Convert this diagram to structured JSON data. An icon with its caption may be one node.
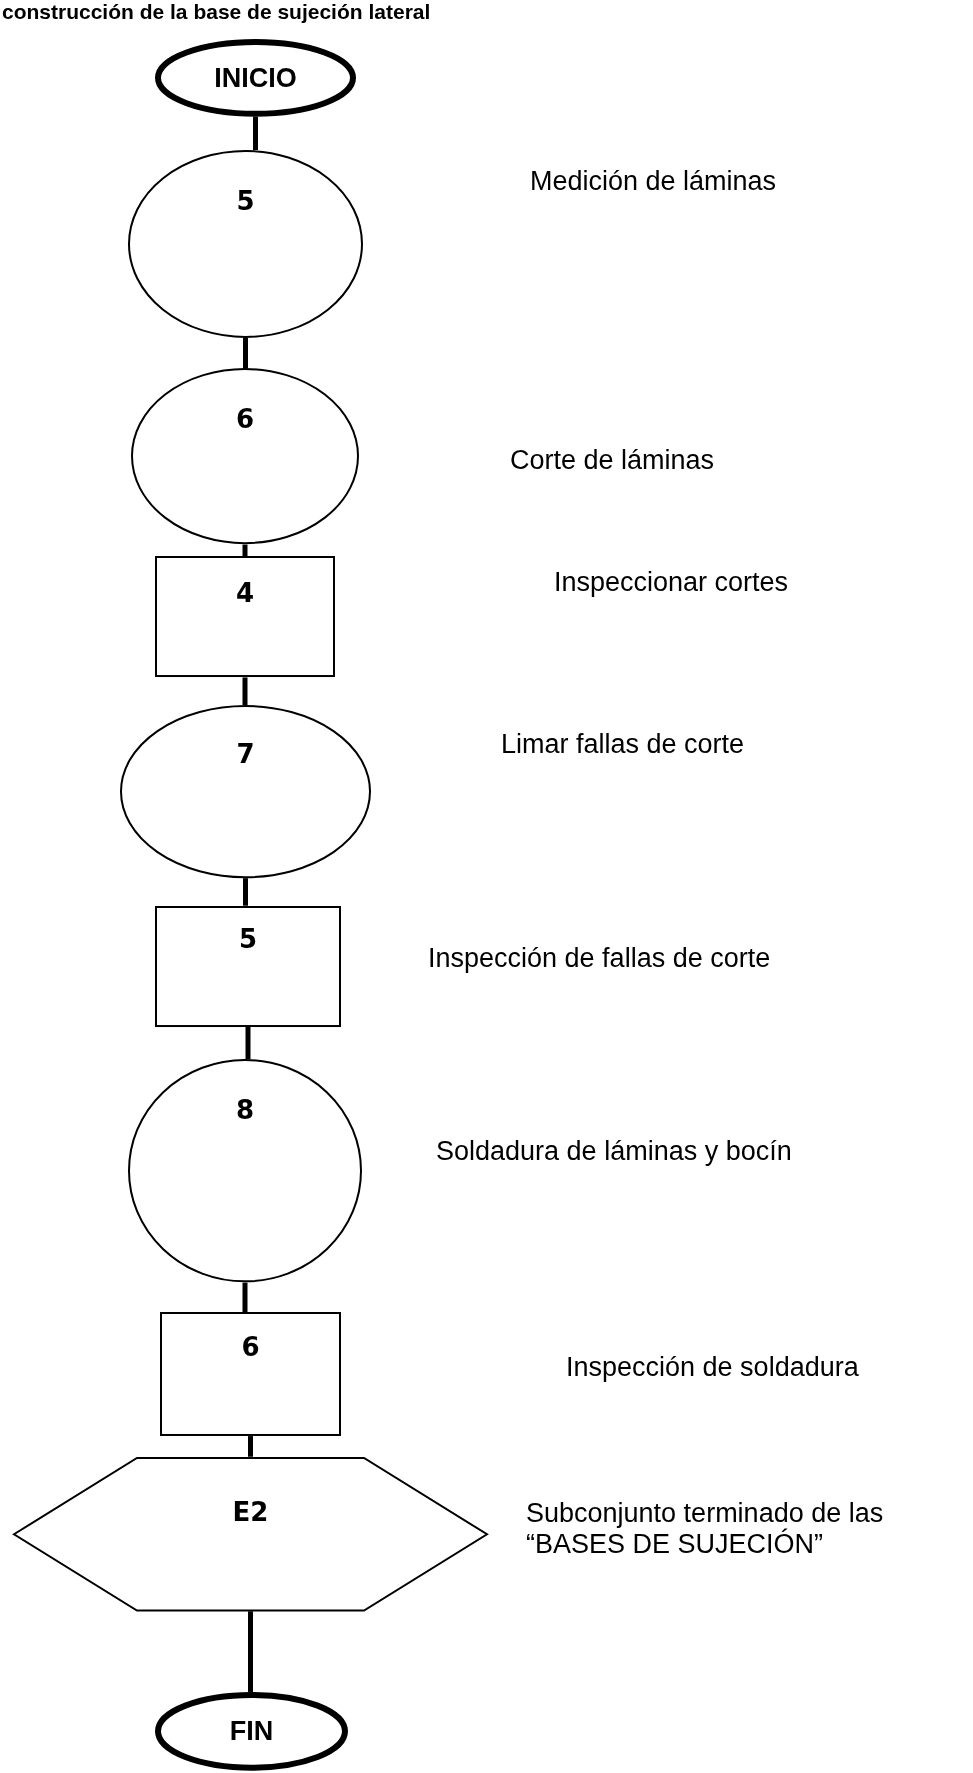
{
  "diagram": {
    "title": "construcción de la base de sujeción lateral",
    "nodes": [
      {
        "text": [
          "INICIO"
        ]
      },
      {
        "text": [
          "5"
        ]
      },
      {
        "text": [
          "6"
        ]
      },
      {
        "text": [
          "4"
        ]
      },
      {
        "text": [
          "7"
        ]
      },
      {
        "text": [
          "5"
        ]
      },
      {
        "text": [
          "8"
        ]
      },
      {
        "text": [
          "6"
        ]
      },
      {
        "text": [
          "E2"
        ]
      },
      {
        "text": [
          "FIN"
        ]
      }
    ],
    "edges": [
      {
        "from": 0,
        "to": 1,
        "arrow": "none"
      },
      {
        "from": 1,
        "to": 2,
        "arrow": "none"
      },
      {
        "from": 2,
        "to": 3,
        "arrow": "none"
      },
      {
        "from": 3,
        "to": 4,
        "arrow": "none"
      },
      {
        "from": 4,
        "to": 5,
        "arrow": "none"
      },
      {
        "from": 5,
        "to": 6,
        "arrow": "none"
      },
      {
        "from": 6,
        "to": 7,
        "arrow": "none"
      },
      {
        "from": 7,
        "to": 8,
        "arrow": "none"
      },
      {
        "from": 8,
        "to": 9,
        "arrow": "none"
      }
    ],
    "labels": [
      "Medición de láminas",
      "Corte de láminas",
      "Inspeccionar cortes",
      "Limar fallas de corte",
      "Inspección de fallas de corte",
      "Soldadura de láminas y bocín",
      "Inspección de soldadura",
      "Subconjunto terminado de las “BASES DE SUJECIÓN”"
    ]
  }
}
